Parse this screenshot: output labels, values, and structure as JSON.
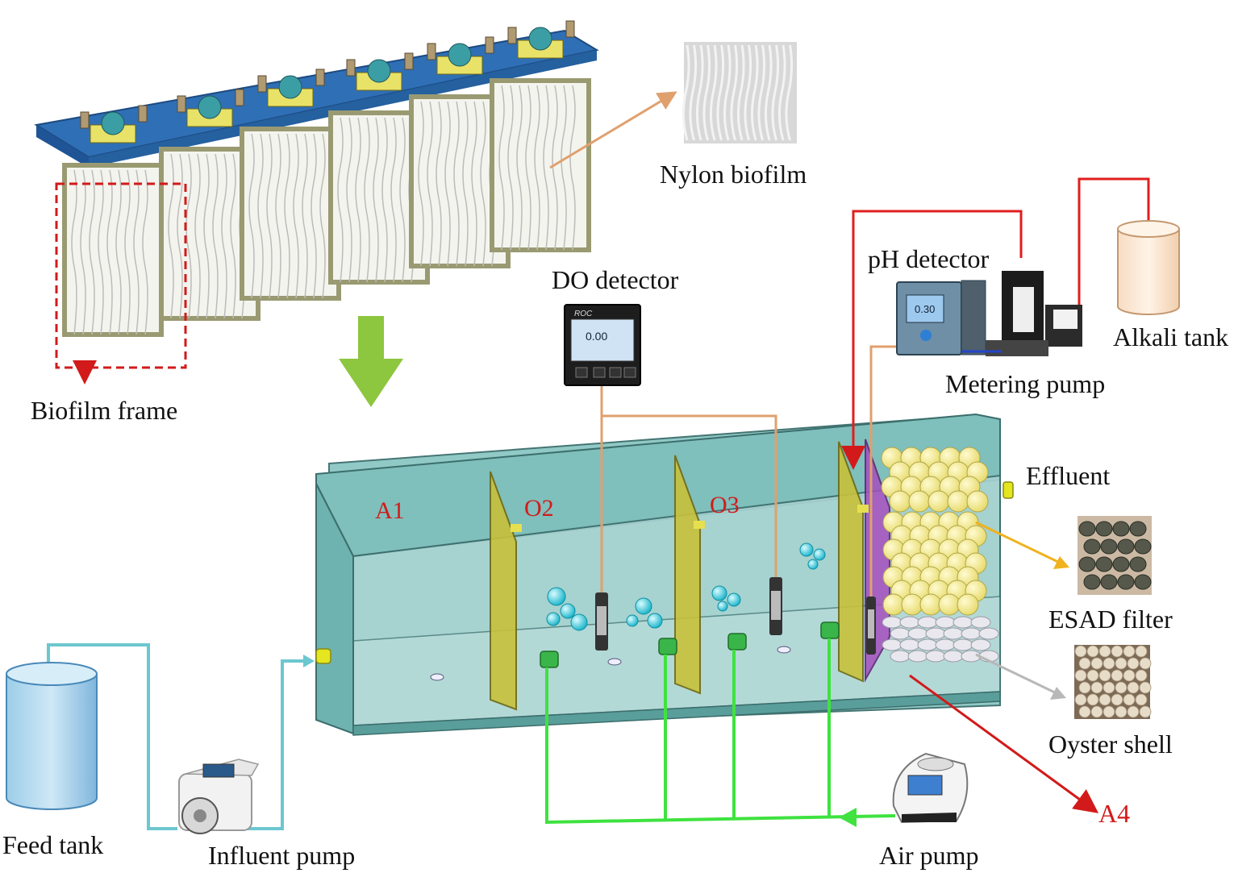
{
  "labels": {
    "nylon_biofilm": "Nylon biofilm",
    "biofilm_frame": "Biofilm frame",
    "do_detector": "DO detector",
    "ph_detector": "pH detector",
    "metering_pump": "Metering pump",
    "alkali_tank": "Alkali tank",
    "effluent": "Effluent",
    "esad_filter": "ESAD filter",
    "oyster_shell": "Oyster shell",
    "feed_tank": "Feed tank",
    "influent_pump": "Influent pump",
    "air_pump": "Air pump",
    "a4": "A4"
  },
  "zones": {
    "a1": "A1",
    "o2": "O2",
    "o3": "O3"
  },
  "devices": {
    "do_brand": "ROC",
    "do_reading": "0.00",
    "ph_reading": "0.30"
  },
  "colors": {
    "tank_fill": "#7fbfbc",
    "frame_top": "#2f6fb5",
    "baffle": "#b9b437",
    "air_line": "#3fe23f",
    "feed_line": "#6cc7cf",
    "signal_line": "#e0a06e",
    "alkali_line": "#e01e1e",
    "esad_arrow": "#f0b21d",
    "oyster_arrow": "#b8b8b8",
    "flow_arrow": "#8dc63f"
  }
}
